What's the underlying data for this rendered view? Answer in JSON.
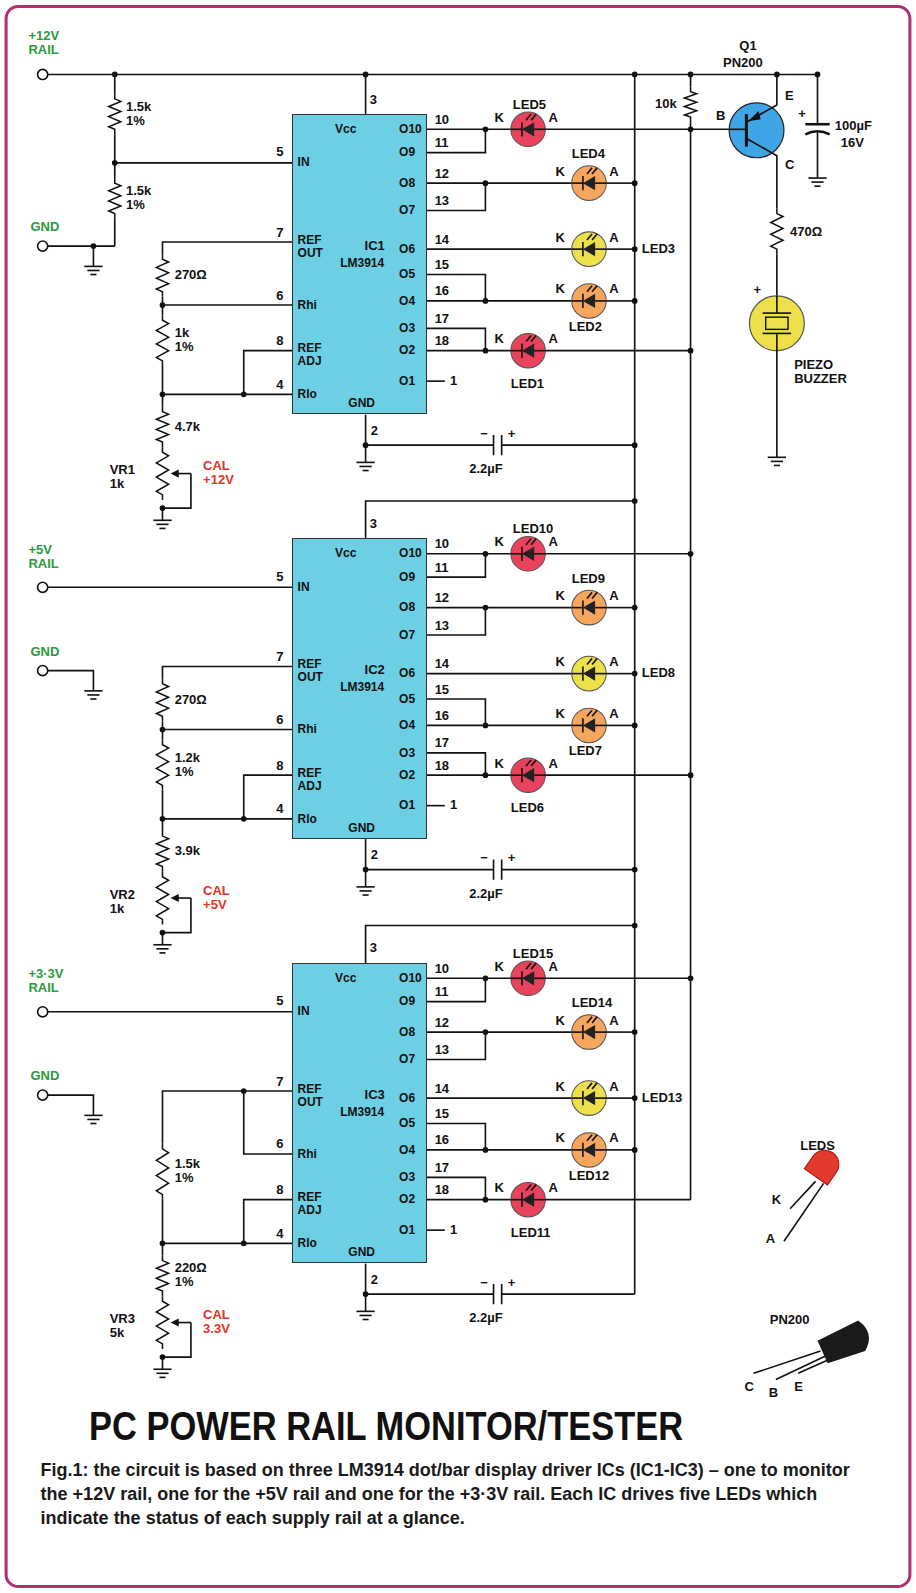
{
  "diagram": {
    "title": "PC POWER RAIL MONITOR/TESTER",
    "caption": "Fig.1: the circuit is based on three LM3914 dot/bar display driver ICs (IC1-IC3) – one to monitor the +12V rail, one for the +5V rail and one for the +3·3V rail. Each IC drives five LEDs which indicate the status of each supply rail at a glance.",
    "nodes": [
      {
        "text": [
          "IC1",
          "LM3914"
        ]
      },
      {
        "text": [
          "IC2",
          "LM3914"
        ]
      },
      {
        "text": [
          "IC3",
          "LM3914"
        ]
      }
    ],
    "labels": [
      "Vcc",
      "O10",
      "O9",
      "O8",
      "O7",
      "O6",
      "O5",
      "O4",
      "O3",
      "O2",
      "O1",
      "IN",
      "REF OUT",
      "Rhi",
      "REF ADJ",
      "Rlo",
      "GND",
      "3",
      "10",
      "11",
      "12",
      "13",
      "14",
      "15",
      "16",
      "17",
      "18",
      "1",
      "5",
      "7",
      "6",
      "8",
      "4",
      "2",
      "LED5",
      "LED4",
      "LED3",
      "LED2",
      "LED1",
      "K",
      "A",
      "K",
      "A",
      "K",
      "A",
      "K",
      "A",
      "K",
      "A",
      "2.2µF",
      "−",
      "+",
      "Vcc",
      "O10",
      "O9",
      "O8",
      "O7",
      "O6",
      "O5",
      "O4",
      "O3",
      "O2",
      "O1",
      "IN",
      "REF OUT",
      "Rhi",
      "REF ADJ",
      "Rlo",
      "GND",
      "3",
      "10",
      "11",
      "12",
      "13",
      "14",
      "15",
      "16",
      "17",
      "18",
      "1",
      "5",
      "7",
      "6",
      "8",
      "4",
      "2",
      "LED10",
      "LED9",
      "LED8",
      "LED7",
      "LED6",
      "K",
      "A",
      "K",
      "A",
      "K",
      "A",
      "K",
      "A",
      "K",
      "A",
      "2.2µF",
      "−",
      "+",
      "Vcc",
      "O10",
      "O9",
      "O8",
      "O7",
      "O6",
      "O5",
      "O4",
      "O3",
      "O2",
      "O1",
      "IN",
      "REF OUT",
      "Rhi",
      "REF ADJ",
      "Rlo",
      "GND",
      "3",
      "10",
      "11",
      "12",
      "13",
      "14",
      "15",
      "16",
      "17",
      "18",
      "1",
      "5",
      "7",
      "6",
      "8",
      "4",
      "2",
      "LED15",
      "LED14",
      "LED13",
      "LED12",
      "LED11",
      "K",
      "A",
      "K",
      "A",
      "K",
      "A",
      "K",
      "A",
      "K",
      "A",
      "2.2µF",
      "−",
      "+",
      "+12V RAIL",
      "GND",
      "1.5k 1%",
      "1.5k 1%",
      "270Ω",
      "1k 1%",
      "4.7k",
      "VR1 1k",
      "CAL +12V",
      "+5V RAIL",
      "GND",
      "270Ω",
      "1.2k 1%",
      "3.9k",
      "VR2 1k",
      "CAL +5V",
      "+3·3V RAIL",
      "GND",
      "1.5k 1%",
      "220Ω 1%",
      "VR3 5k",
      "CAL 3.3V",
      "Q1",
      "PN200",
      "10k",
      "B",
      "E",
      "C",
      "100µF",
      "16V",
      "+",
      "470Ω",
      "+",
      "PIEZO BUZZER",
      "LEDS",
      "K",
      "A",
      "PN200",
      "C",
      "B",
      "E"
    ]
  }
}
